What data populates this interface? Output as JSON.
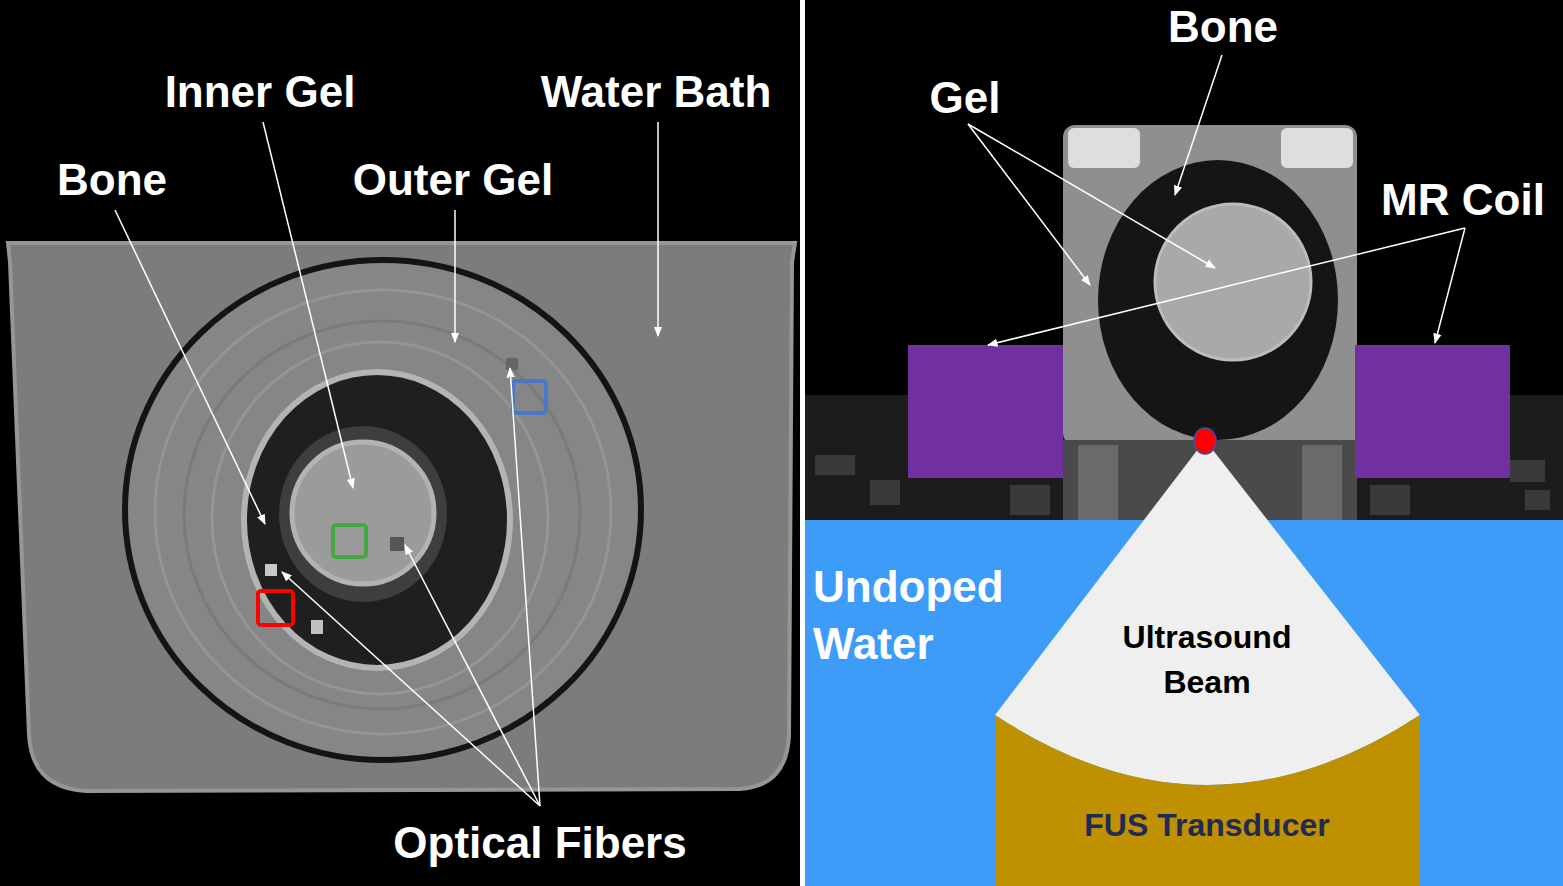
{
  "diagram": {
    "nodes": [
      {
        "text": [
          "Undoped Water"
        ]
      },
      {
        "text": [
          "Ultrasound Beam"
        ],
        "in": 0
      },
      {
        "text": [
          "FUS Transducer"
        ],
        "in": 0
      }
    ],
    "labels": [
      "Inner Gel",
      "Water Bath",
      "Bone",
      "Outer Gel",
      "Optical Fibers",
      "Bone",
      "Gel",
      "MR Coil"
    ]
  }
}
